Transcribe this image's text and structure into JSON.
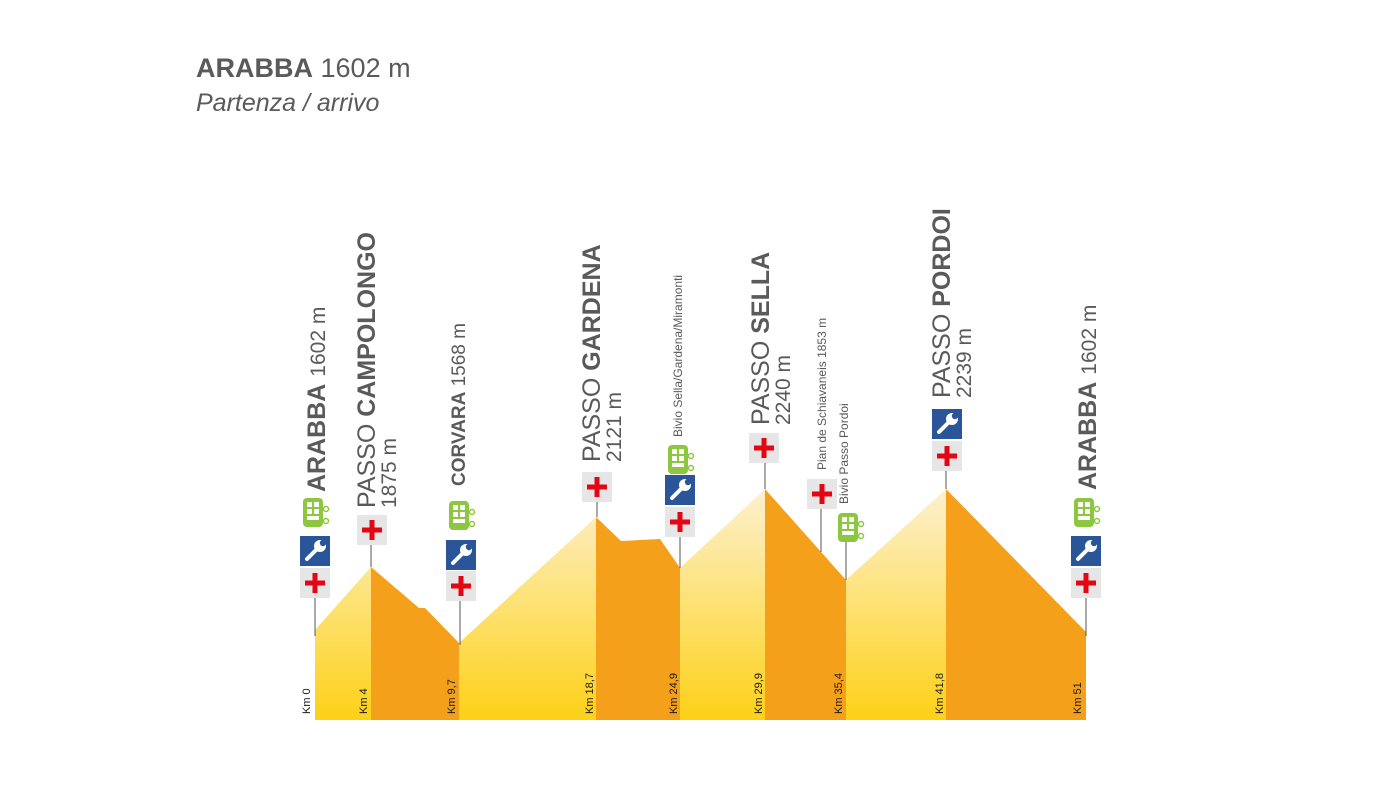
{
  "header": {
    "place": "ARABBA",
    "elevation": "1602 m",
    "subtitle": "Partenza / arrivo"
  },
  "profile": {
    "km_labels": [
      "Km 0",
      "Km 4",
      "Km 9,7",
      "Km 18,7",
      "Km 24,9",
      "Km 29,9",
      "Km 35,4",
      "Km 41,8",
      "Km 51"
    ],
    "stops": {
      "arabba_start": {
        "name": "ARABBA",
        "elev": "1602 m"
      },
      "campolongo": {
        "prefix": "PASSO",
        "name": "CAMPOLONGO",
        "elev": "1875 m"
      },
      "corvara": {
        "name": "CORVARA",
        "elev": "1568 m"
      },
      "gardena": {
        "prefix": "PASSO",
        "name": "GARDENA",
        "elev": "2121 m"
      },
      "bivio_sella": {
        "text": "Bivio Sella/Gardena/Miramonti"
      },
      "sella": {
        "prefix": "PASSO",
        "name": "SELLA",
        "elev": "2240 m"
      },
      "pian": {
        "text": "Pian de Schiavaneis 1853 m"
      },
      "bivio_pordoi": {
        "text": "Bivio Passo Pordoi"
      },
      "pordoi": {
        "prefix": "PASSO",
        "name": "PORDOI",
        "elev": "2239 m"
      },
      "arabba_end": {
        "name": "ARABBA",
        "elev": "1602 m"
      }
    },
    "icons": [
      "bus-icon",
      "repair-icon",
      "first-aid-icon",
      "first-aid-icon",
      "bus-icon",
      "repair-icon",
      "first-aid-icon",
      "first-aid-icon",
      "bus-icon",
      "repair-icon",
      "first-aid-icon",
      "first-aid-icon",
      "first-aid-icon",
      "bus-icon",
      "repair-icon",
      "first-aid-icon",
      "bus-icon",
      "repair-icon",
      "first-aid-icon"
    ],
    "colors": {
      "climb_top": "#fdf1d0",
      "climb_bottom": "#fdd117",
      "descent": "#f5a01b",
      "bus": "#8dc63f",
      "repair": "#2a5699",
      "first_aid": "#e30613",
      "icon_bg": "#e6e6e6"
    }
  }
}
